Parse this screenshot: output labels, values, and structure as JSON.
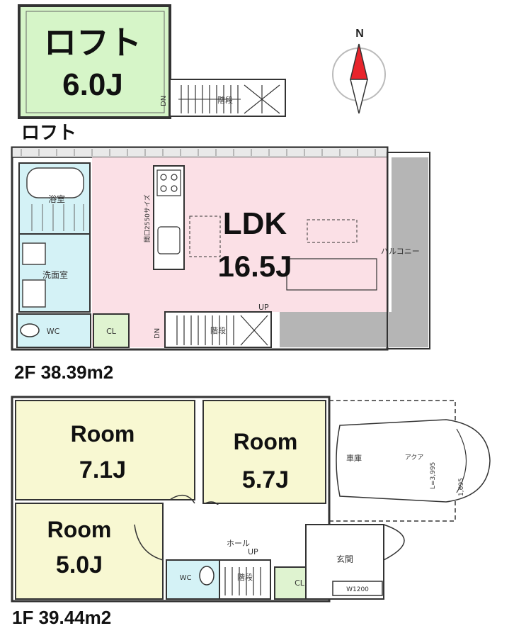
{
  "compass": {
    "north_label": "N"
  },
  "loft": {
    "title": "ロフト",
    "area": "6.0J",
    "section_label": "ロフト",
    "stairs_label": "階段",
    "down_label": "DN"
  },
  "floor2": {
    "label": "2F 38.39m2",
    "ldk_name": "LDK",
    "ldk_area": "16.5J",
    "bath_label": "浴室",
    "washroom_label": "洗面室",
    "toilet_label": "WC",
    "closet_label": "CL",
    "balcony_label": "バルコニー",
    "kitchen_label": "間口2550サイズ",
    "stairs_label": "階段",
    "up_label": "UP",
    "down_label": "DN"
  },
  "floor1": {
    "label": "1F 39.44m2",
    "room_a_name": "Room",
    "room_a_area": "7.1J",
    "room_b_name": "Room",
    "room_b_area": "5.7J",
    "room_c_name": "Room",
    "room_c_area": "5.0J",
    "garage_label": "車庫",
    "car_label": "アクア",
    "car_length": "L=3,995",
    "car_width": "1,695",
    "hall_label": "ホール",
    "entrance_label": "玄関",
    "toilet_label": "WC",
    "closet_label": "CL",
    "shoe_label": "W1200",
    "stairs_label": "階段",
    "up_label": "UP"
  },
  "colors": {
    "loft": "#d6f5c8",
    "ldk": "#fbe0e6",
    "wet": "#d4f2f6",
    "room": "#f8f8d2",
    "cl": "#dff3d0",
    "balcony": "#b5b5b5",
    "wall": "#333333"
  }
}
